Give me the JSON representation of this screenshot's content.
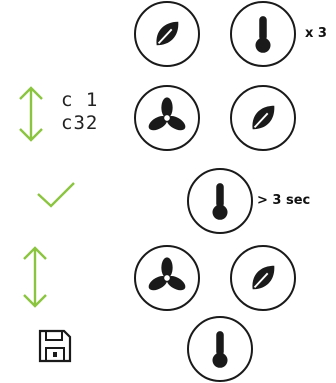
{
  "rows": [
    {
      "buttons": [
        "leaf-button",
        "thermometer-button"
      ],
      "label": "x 3"
    },
    {
      "left_icon": "up-down-arrow-icon",
      "codes": [
        "c 1",
        "c32"
      ],
      "buttons": [
        "fan-button",
        "leaf-button"
      ]
    },
    {
      "left_icon": "check-icon",
      "buttons": [
        "thermometer-button"
      ],
      "label": "> 3 sec"
    },
    {
      "left_icon": "up-down-arrow-icon",
      "buttons": [
        "fan-button",
        "leaf-button"
      ]
    },
    {
      "left_icon": "floppy-save-icon",
      "buttons": [
        "thermometer-button"
      ]
    }
  ],
  "colors": {
    "accent": "#8bc53f",
    "ink": "#1a1a1a"
  }
}
